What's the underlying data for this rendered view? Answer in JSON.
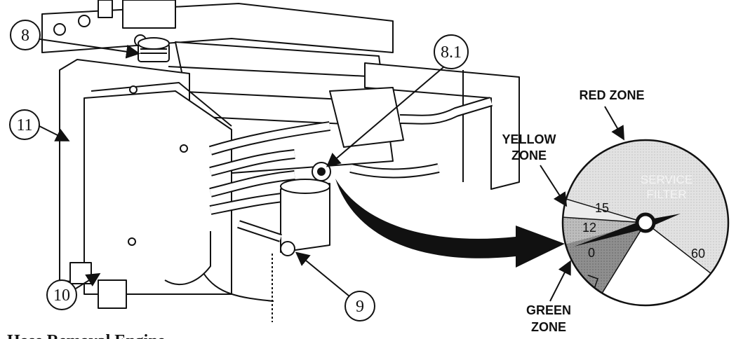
{
  "callouts": [
    {
      "id": "8",
      "label": "8"
    },
    {
      "id": "8.1",
      "label": "8.1"
    },
    {
      "id": "11",
      "label": "11"
    },
    {
      "id": "10",
      "label": "10"
    },
    {
      "id": "9",
      "label": "9"
    }
  ],
  "gauge": {
    "zones": {
      "red": "RED ZONE",
      "yellow_line1": "YELLOW",
      "yellow_line2": "ZONE",
      "green_line1": "GREEN",
      "green_line2": "ZONE"
    },
    "scale": {
      "n0": "0",
      "n12": "12",
      "n15": "15",
      "n60": "60"
    },
    "face_text_line1": "SERVICE",
    "face_text_line2": "FILTER"
  },
  "caption": "Hose Removal Engine"
}
